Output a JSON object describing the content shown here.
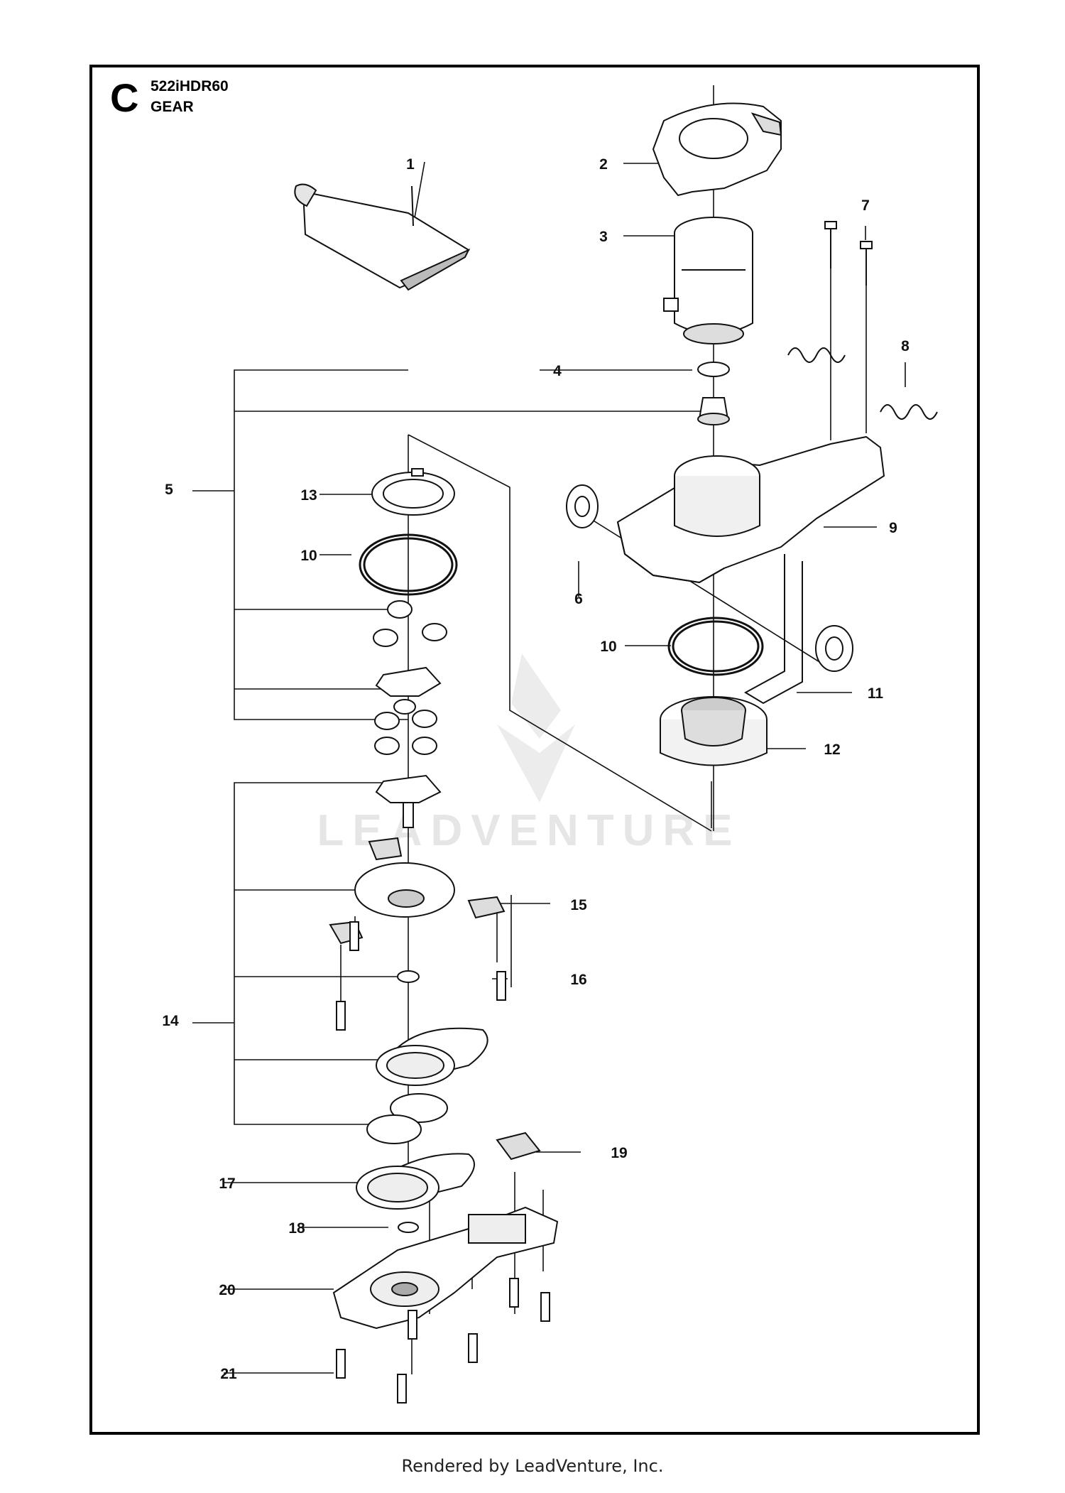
{
  "header": {
    "section_letter": "C",
    "model": "522iHDR60",
    "assembly": "GEAR"
  },
  "callouts": [
    {
      "number": "1"
    },
    {
      "number": "2"
    },
    {
      "number": "3"
    },
    {
      "number": "4"
    },
    {
      "number": "5"
    },
    {
      "number": "6"
    },
    {
      "number": "7"
    },
    {
      "number": "8"
    },
    {
      "number": "9"
    },
    {
      "number": "10"
    },
    {
      "number": "10"
    },
    {
      "number": "11"
    },
    {
      "number": "12"
    },
    {
      "number": "13"
    },
    {
      "number": "14"
    },
    {
      "number": "15"
    },
    {
      "number": "16"
    },
    {
      "number": "17"
    },
    {
      "number": "18"
    },
    {
      "number": "19"
    },
    {
      "number": "20"
    },
    {
      "number": "21"
    }
  ],
  "watermark": "LEADVENTURE",
  "footer": "Rendered by LeadVenture, Inc.",
  "colors": {
    "ink": "#111111",
    "frame": "#000000",
    "watermark": "#e6e6e6",
    "part_fill": "#ffffff",
    "part_shade": "#d9d9d9"
  }
}
